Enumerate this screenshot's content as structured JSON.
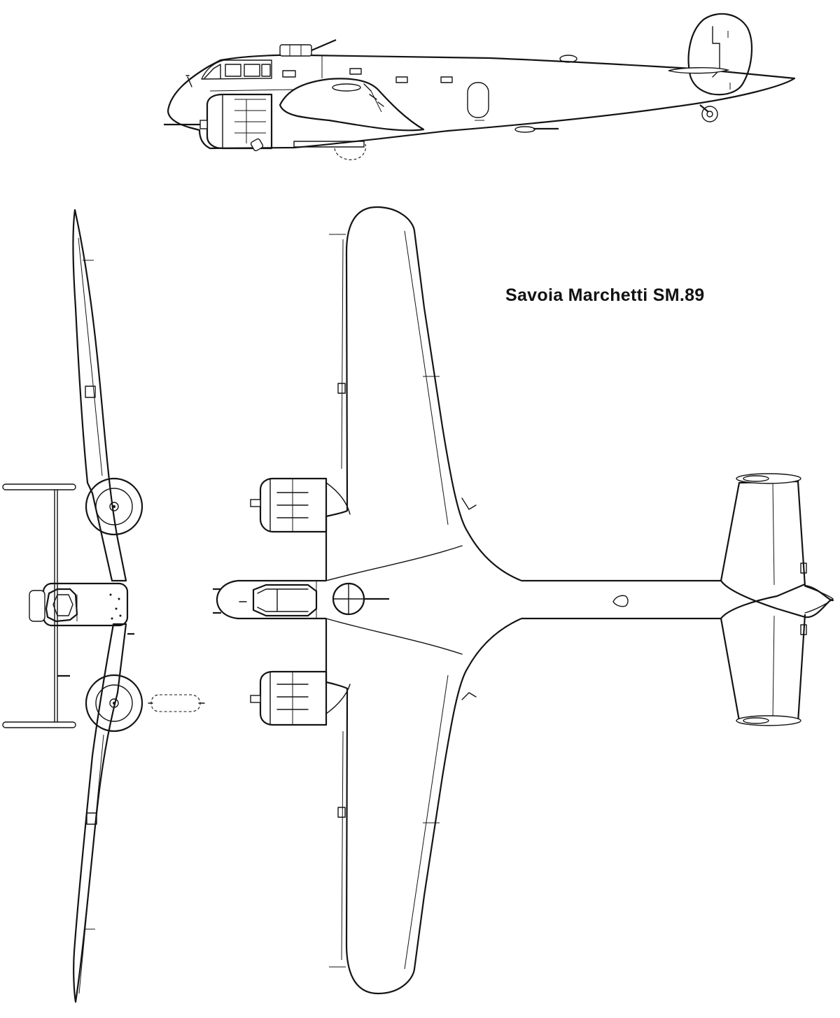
{
  "title": "Savoia Marchetti SM.89",
  "colors": {
    "ink": "#141414",
    "paper": "#ffffff"
  },
  "views": [
    "side-view",
    "front-view",
    "plan-view"
  ]
}
